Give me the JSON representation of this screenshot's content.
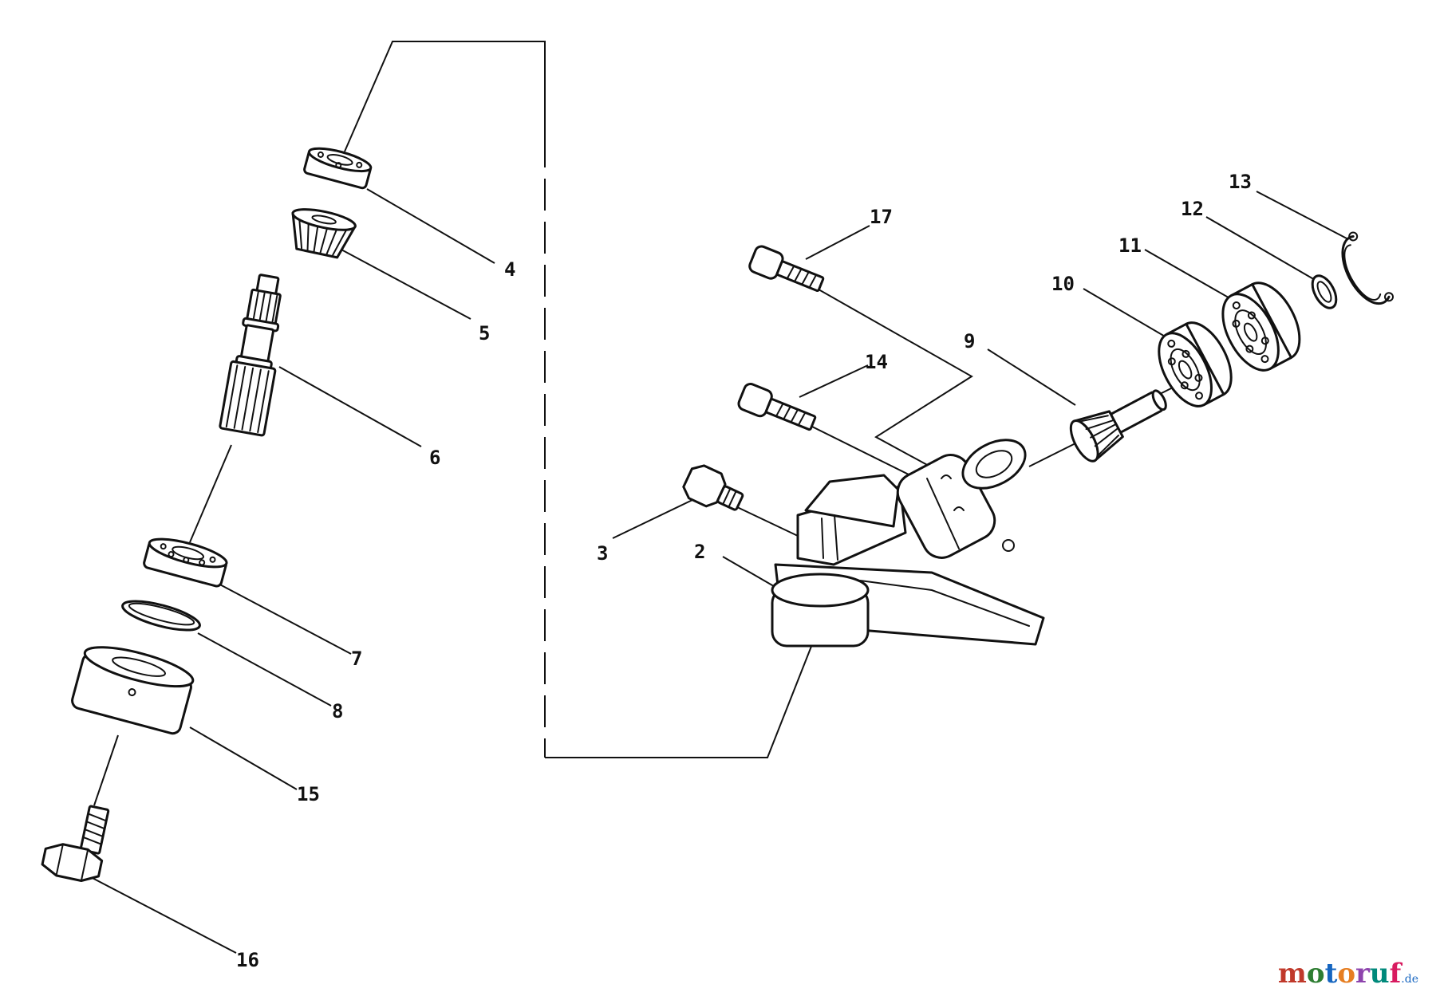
{
  "callouts": {
    "p2": "2",
    "p3": "3",
    "p4": "4",
    "p5": "5",
    "p6": "6",
    "p7": "7",
    "p8": "8",
    "p9": "9",
    "p10": "10",
    "p11": "11",
    "p12": "12",
    "p13": "13",
    "p14": "14",
    "p15": "15",
    "p16": "16",
    "p17": "17"
  },
  "watermark": {
    "text": "motoruf",
    "suffix": ".de",
    "colors": [
      "#c0392b",
      "#2e7d32",
      "#1565c0",
      "#e67e22",
      "#8e44ad",
      "#00897b",
      "#d81b60"
    ]
  }
}
